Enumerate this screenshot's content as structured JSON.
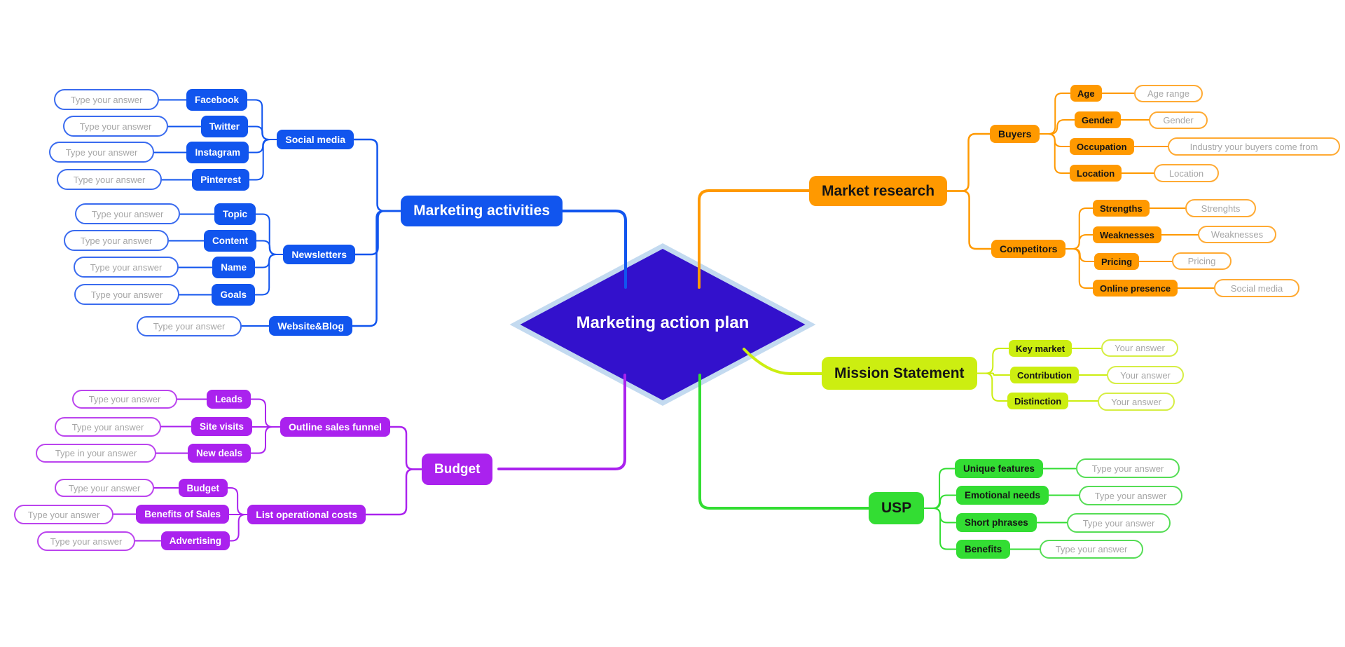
{
  "center": {
    "label": "Marketing action plan"
  },
  "colors": {
    "blue": "#1155EE",
    "orange": "#FF9900",
    "lime": "#CCEE11",
    "green": "#33DD33",
    "purple": "#AA22EE",
    "diamond_fill": "#3311CC",
    "diamond_border": "#C3DAF0",
    "placeholder_text": "#A6A6A6"
  },
  "branches": {
    "marketing_activities": {
      "label": "Marketing activities",
      "groups": {
        "social_media": {
          "label": "Social media",
          "items": [
            {
              "label": "Facebook",
              "answer": "Type your answer"
            },
            {
              "label": "Twitter",
              "answer": "Type your answer"
            },
            {
              "label": "Instagram",
              "answer": "Type your answer"
            },
            {
              "label": "Pinterest",
              "answer": "Type your answer"
            }
          ]
        },
        "newsletters": {
          "label": "Newsletters",
          "items": [
            {
              "label": "Topic",
              "answer": "Type your answer"
            },
            {
              "label": "Content",
              "answer": "Type your answer"
            },
            {
              "label": "Name",
              "answer": "Type your answer"
            },
            {
              "label": "Goals",
              "answer": "Type your answer"
            }
          ]
        },
        "website_blog": {
          "label": "Website&Blog",
          "answer": "Type your answer"
        }
      }
    },
    "market_research": {
      "label": "Market research",
      "groups": {
        "buyers": {
          "label": "Buyers",
          "items": [
            {
              "label": "Age",
              "answer": "Age range"
            },
            {
              "label": "Gender",
              "answer": "Gender"
            },
            {
              "label": "Occupation",
              "answer": "Industry your buyers come from"
            },
            {
              "label": "Location",
              "answer": "Location"
            }
          ]
        },
        "competitors": {
          "label": "Competitors",
          "items": [
            {
              "label": "Strengths",
              "answer": "Strenghts"
            },
            {
              "label": "Weaknesses",
              "answer": "Weaknesses"
            },
            {
              "label": "Pricing",
              "answer": "Pricing"
            },
            {
              "label": "Online presence",
              "answer": "Social media"
            }
          ]
        }
      }
    },
    "mission_statement": {
      "label": "Mission Statement",
      "items": [
        {
          "label": "Key market",
          "answer": "Your answer"
        },
        {
          "label": "Contribution",
          "answer": "Your answer"
        },
        {
          "label": "Distinction",
          "answer": "Your answer"
        }
      ]
    },
    "usp": {
      "label": "USP",
      "items": [
        {
          "label": "Unique features",
          "answer": "Type your answer"
        },
        {
          "label": "Emotional needs",
          "answer": "Type your answer"
        },
        {
          "label": "Short phrases",
          "answer": "Type your answer"
        },
        {
          "label": "Benefits",
          "answer": "Type your answer"
        }
      ]
    },
    "budget": {
      "label": "Budget",
      "groups": {
        "sales_funnel": {
          "label": "Outline sales funnel",
          "items": [
            {
              "label": "Leads",
              "answer": "Type your answer"
            },
            {
              "label": "Site visits",
              "answer": "Type your answer"
            },
            {
              "label": "New deals",
              "answer": "Type in your answer"
            }
          ]
        },
        "operational_costs": {
          "label": "List operational costs",
          "items": [
            {
              "label": "Budget",
              "answer": "Type your answer"
            },
            {
              "label": "Benefits of Sales",
              "answer": "Type your answer"
            },
            {
              "label": "Advertising",
              "answer": "Type your answer"
            }
          ]
        }
      }
    }
  }
}
